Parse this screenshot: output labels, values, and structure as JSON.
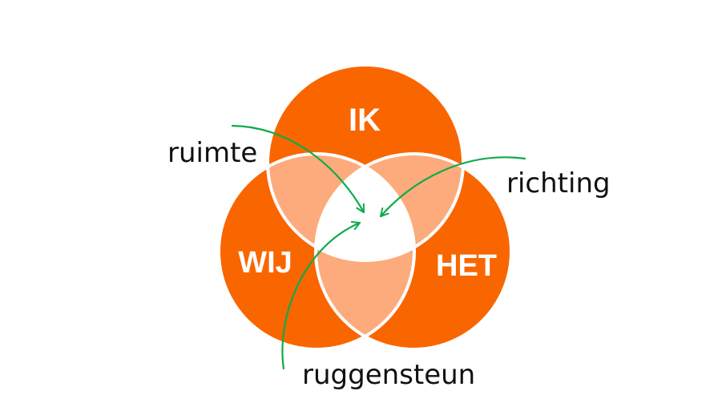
{
  "colors": {
    "circle": "#f96600",
    "overlap": "#fdab7c",
    "center": "#ffffff",
    "outline": "#ffffff",
    "arrow": "#0faa49",
    "text": "#111111"
  },
  "circles": {
    "top": "IK",
    "left": "WIJ",
    "right": "HET"
  },
  "annotations": {
    "ruimte": "ruimte",
    "richting": "richting",
    "ruggensteun": "ruggensteun"
  }
}
